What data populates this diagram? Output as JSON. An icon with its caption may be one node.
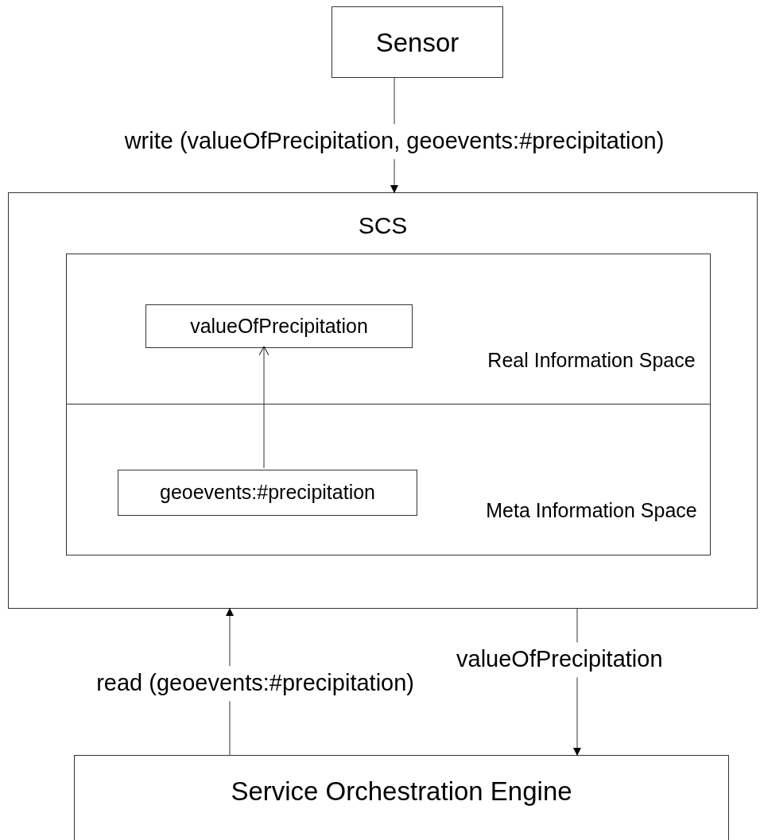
{
  "diagram": {
    "nodes": [
      {
        "text": [
          "Sensor"
        ]
      },
      {
        "text": [
          "SCS"
        ]
      },
      {
        "text": [
          "Real Information Space"
        ],
        "in": 1
      },
      {
        "text": [
          "valueOfPrecipitation"
        ],
        "in": 2
      },
      {
        "text": [
          "Meta Information Space"
        ],
        "in": 1
      },
      {
        "text": [
          "geoevents:#precipitation"
        ],
        "in": 4
      },
      {
        "text": [
          "Service Orchestration Engine"
        ]
      }
    ],
    "edges": [
      {
        "from": 0,
        "to": 1,
        "arrow": "to",
        "label": "write (valueOfPrecipitation, geoevents:#precipitation)"
      },
      {
        "from": 5,
        "to": 3,
        "arrow": "to"
      },
      {
        "from": 6,
        "to": 1,
        "arrow": "to",
        "label": "read (geoevents:#precipitation)"
      },
      {
        "from": 1,
        "to": 6,
        "arrow": "to",
        "label": "valueOfPrecipitation"
      }
    ]
  }
}
